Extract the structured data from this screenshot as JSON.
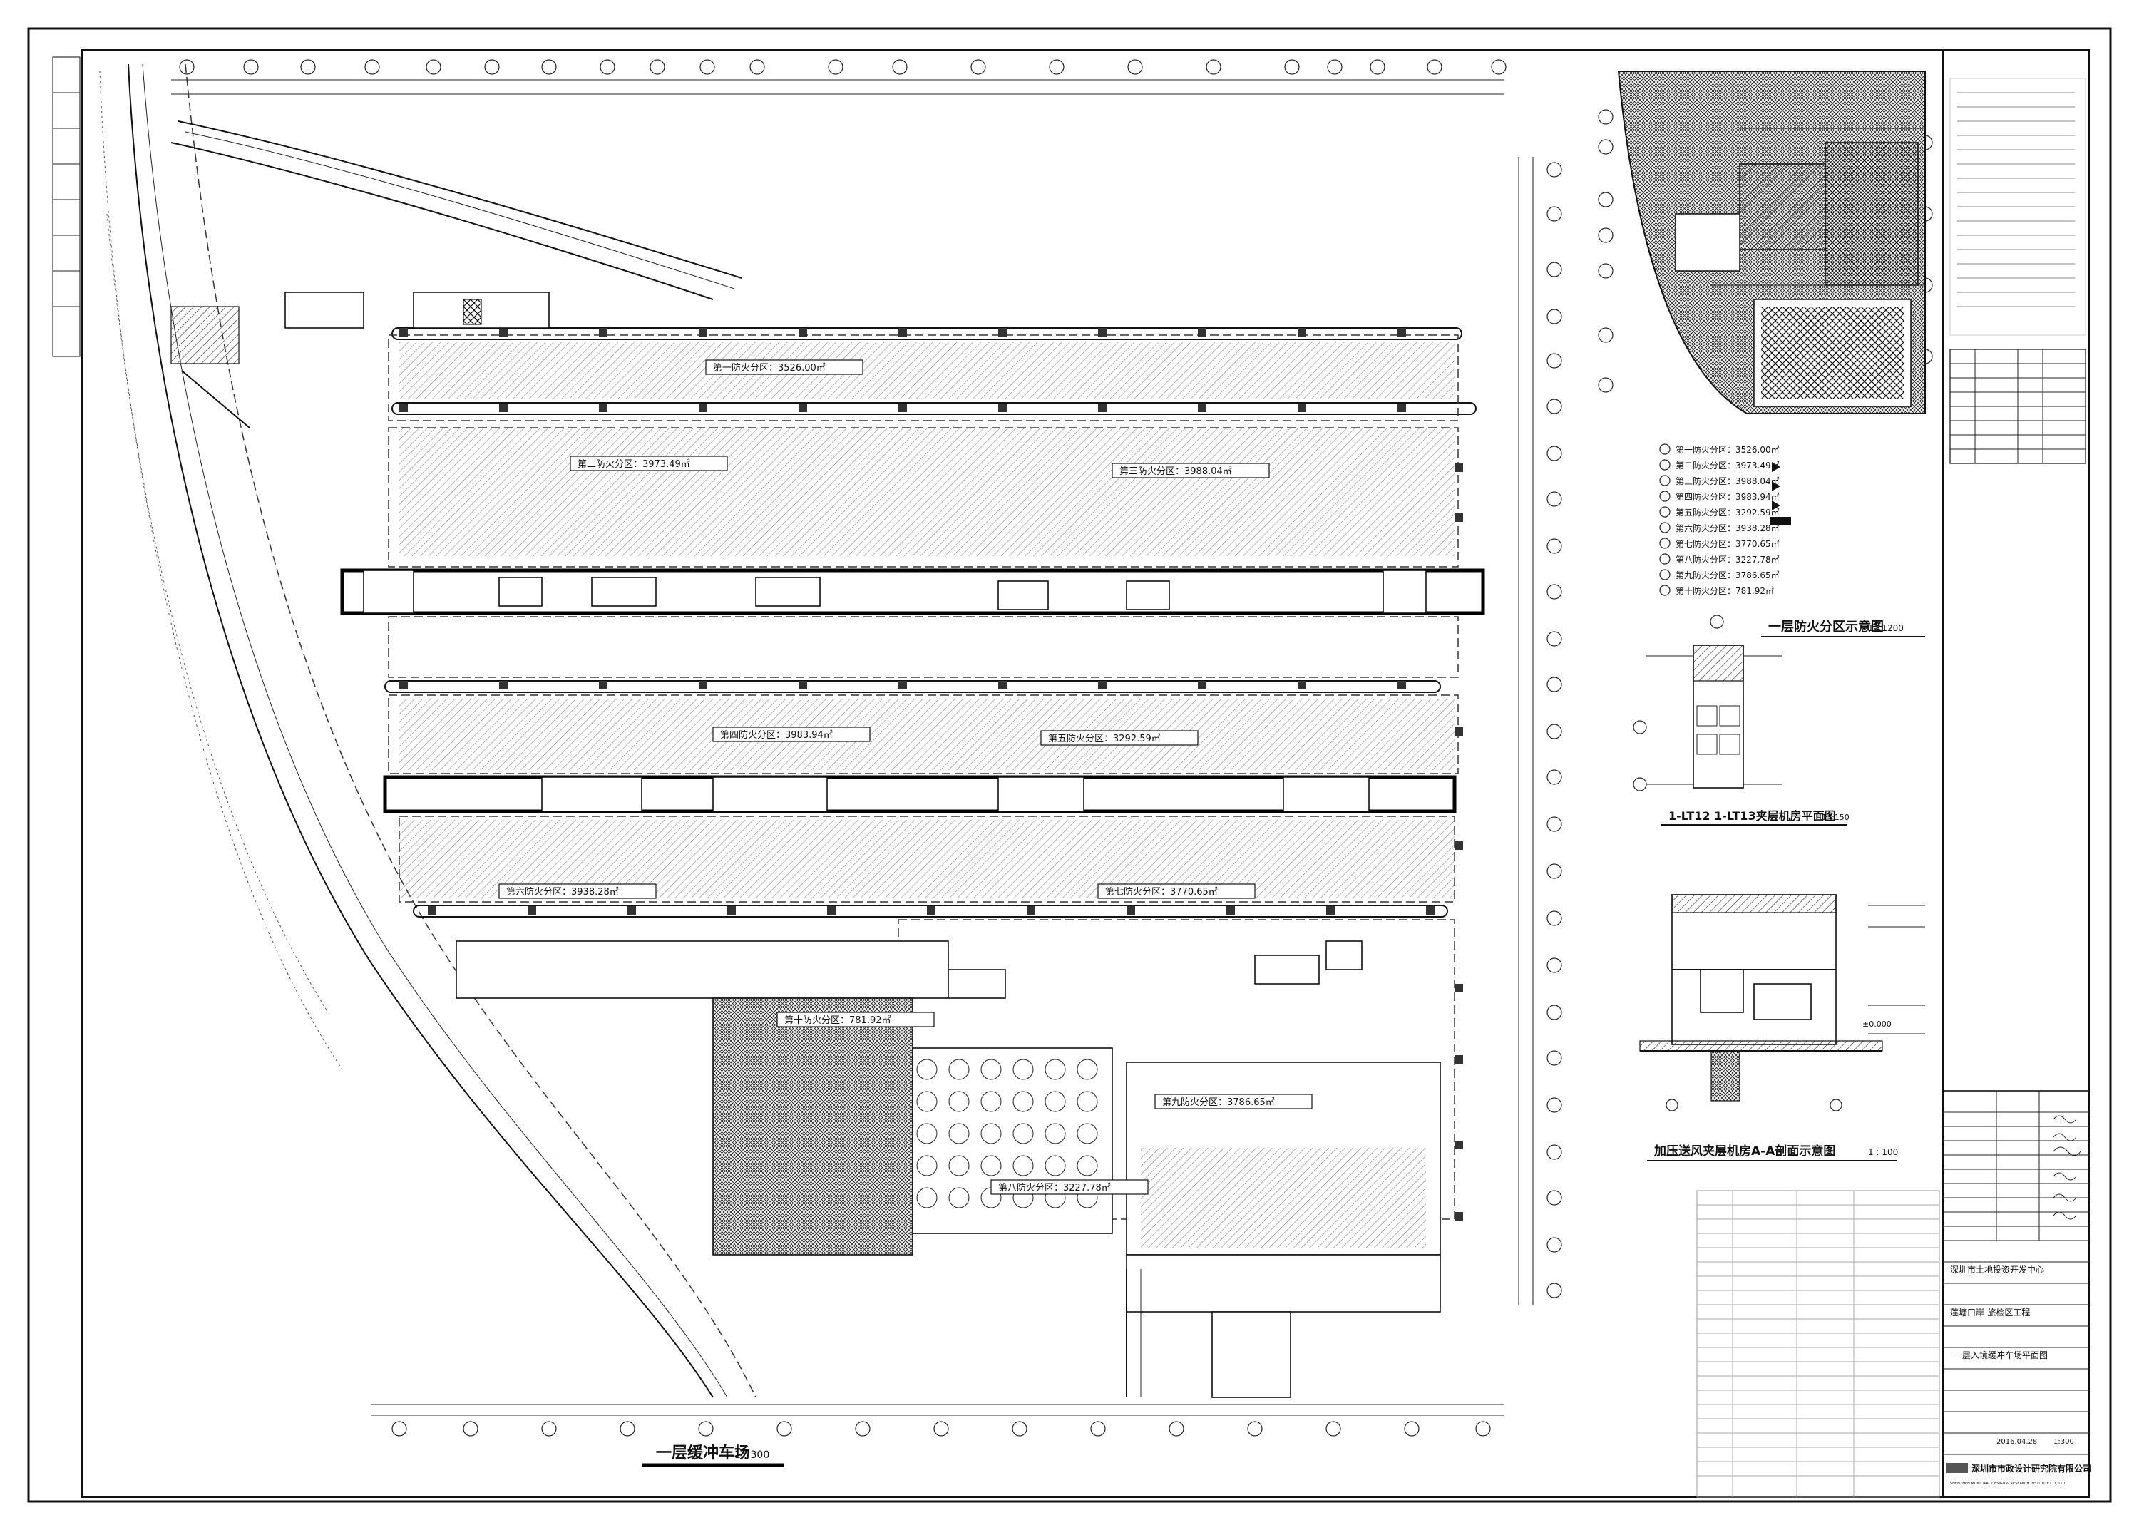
{
  "main_plan": {
    "title": "一层缓冲车场",
    "scale": "1 : 300"
  },
  "fire_zones": {
    "labels": [
      "第一防火分区：3526.00㎡",
      "第二防火分区：3973.49㎡",
      "第三防火分区：3988.04㎡",
      "第四防火分区：3983.94㎡",
      "第五防火分区：3292.59㎡",
      "第六防火分区：3938.28㎡",
      "第七防火分区：3770.65㎡",
      "第八防火分区：3227.78㎡",
      "第九防火分区：3786.65㎡",
      "第十防火分区：781.92㎡"
    ]
  },
  "key_plan": {
    "title": "一层防火分区示意图",
    "scale": "1 : 1200",
    "list": [
      "第一防火分区：3526.00㎡",
      "第二防火分区：3973.49㎡",
      "第三防火分区：3988.04㎡",
      "第四防火分区：3983.94㎡",
      "第五防火分区：3292.59㎡",
      "第六防火分区：3938.28㎡",
      "第七防火分区：3770.65㎡",
      "第八防火分区：3227.78㎡",
      "第九防火分区：3786.65㎡",
      "第十防火分区：781.92㎡"
    ]
  },
  "machine_room": {
    "title": "1-LT12 1-LT13夹层机房平面图",
    "scale": "1 : 150"
  },
  "section": {
    "title": "加压送风夹层机房A-A剖面示意图",
    "scale": "1 : 100",
    "label_floor": "±0.000"
  },
  "title_block": {
    "client_cn": "深圳市土地投资开发中心",
    "project_cn": "莲塘口岸-旅检区工程",
    "drawing_cn": "一层入境缓冲车场平面图",
    "company_cn": "深圳市市政设计研究院有限公司",
    "company_en": "SHENZHEN MUNICIPAL DESIGN & RESEARCH INSTITUTE CO., LTD",
    "date": "2016.04.28",
    "scale": "1:300"
  },
  "colors": {
    "ink": "#111111",
    "paper": "#ffffff",
    "grey": "#777777"
  }
}
